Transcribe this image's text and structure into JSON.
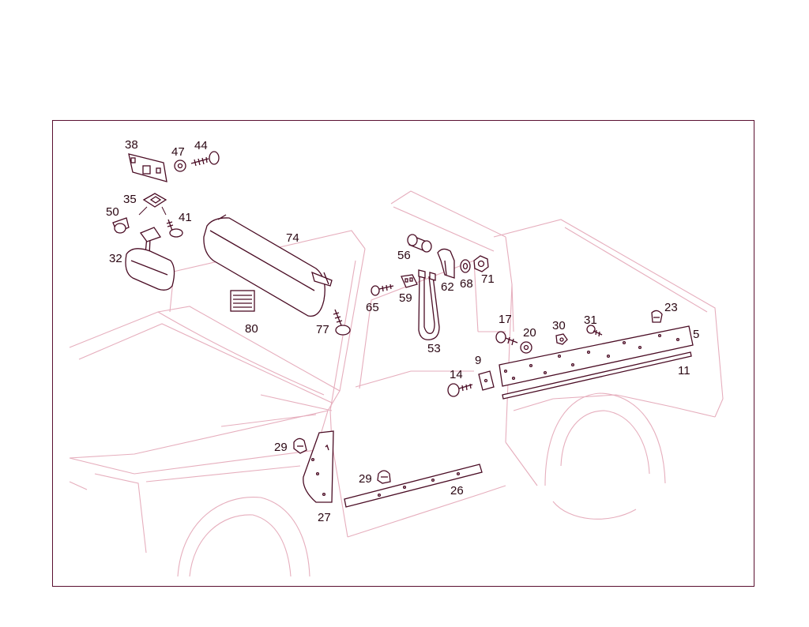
{
  "diagram": {
    "colors": {
      "frame": "#5a1030",
      "part_outline": "#4a0c24",
      "vehicle_outline": "#e6aebd",
      "label": "#2a0612"
    },
    "callouts": {
      "c38": "38",
      "c47": "47",
      "c44": "44",
      "c35": "35",
      "c50": "50",
      "c41": "41",
      "c32": "32",
      "c74": "74",
      "c80": "80",
      "c77": "77",
      "c56": "56",
      "c62": "62",
      "c68": "68",
      "c71": "71",
      "c65": "65",
      "c59": "59",
      "c53": "53",
      "c17": "17",
      "c20": "20",
      "c30": "30",
      "c31": "31",
      "c23": "23",
      "c5": "5",
      "c11": "11",
      "c9": "9",
      "c14": "14",
      "c29a": "29",
      "c29b": "29",
      "c27": "27",
      "c26": "26"
    }
  }
}
